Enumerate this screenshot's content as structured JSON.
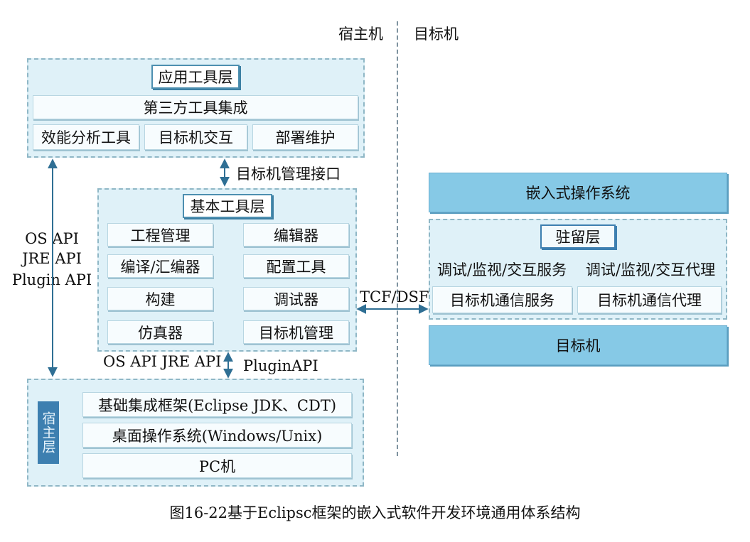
{
  "header": {
    "host_label": "宿主机",
    "target_label": "目标机"
  },
  "app_layer": {
    "title": "应用工具层",
    "integration": "第三方工具集成",
    "tools": [
      "效能分析工具",
      "目标机交互",
      "部署维护"
    ]
  },
  "target_mgmt_interface": "目标机管理接口",
  "left_apis": [
    "OS API",
    "JRE API",
    "Plugin API"
  ],
  "base_layer": {
    "title": "基本工具层",
    "left_tools": [
      "工程管理",
      "编译/汇编器",
      "构建",
      "仿真器"
    ],
    "right_tools": [
      "编辑器",
      "配置工具",
      "调试器",
      "目标机管理"
    ]
  },
  "bottom_apis": {
    "left": "OS API JRE API",
    "right": "PluginAPI"
  },
  "host_layer": {
    "title": "宿主层",
    "items": [
      "基础集成框架(Eclipse JDK、CDT)",
      "桌面操作系统(Windows/Unix)",
      "PC机"
    ]
  },
  "link_label": "TCF/DSF",
  "target_side": {
    "os": "嵌入式操作系统",
    "resident_title": "驻留层",
    "services": [
      "调试/监视/交互服务",
      "调试/监视/交互代理"
    ],
    "comms": [
      "目标机通信服务",
      "目标机通信代理"
    ],
    "machine": "目标机"
  },
  "caption": "图16-22基于Eclipsc框架的嵌入式软件开发环境通用体系结构"
}
